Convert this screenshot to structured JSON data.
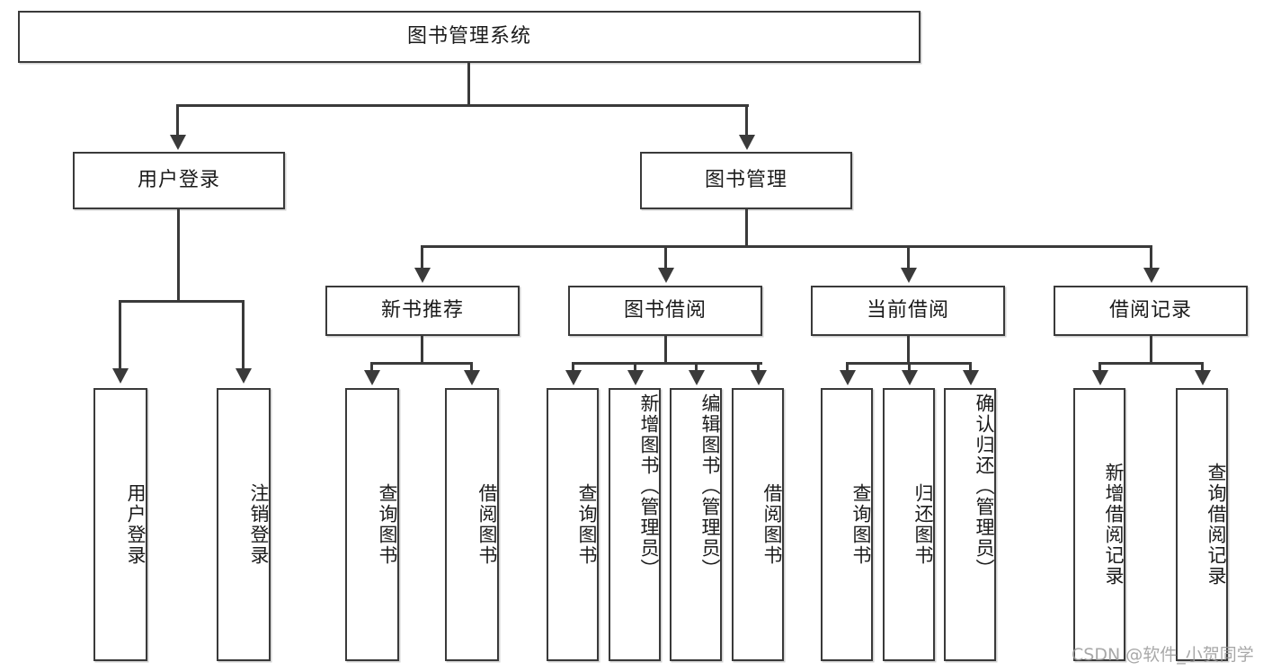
{
  "diagram": {
    "title_node": {
      "label": "图书管理系统"
    },
    "level2": [
      {
        "id": "user-login",
        "label": "用户登录"
      },
      {
        "id": "book-manage",
        "label": "图书管理"
      }
    ],
    "level3": [
      {
        "id": "new-book-recommend",
        "label": "新书推荐"
      },
      {
        "id": "book-borrow",
        "label": "图书借阅"
      },
      {
        "id": "current-borrow",
        "label": "当前借阅"
      },
      {
        "id": "borrow-record",
        "label": "借阅记录"
      }
    ],
    "leaves": {
      "user_login": [
        {
          "id": "leaf-user-login",
          "label": "用户登录"
        },
        {
          "id": "leaf-logout-login",
          "label": "注销登录"
        }
      ],
      "new_book_recommend": [
        {
          "id": "leaf-query-book-1",
          "label": "查询图书"
        },
        {
          "id": "leaf-borrow-book-1",
          "label": "借阅图书"
        }
      ],
      "book_borrow": [
        {
          "id": "leaf-query-book-2",
          "label": "查询图书"
        },
        {
          "id": "leaf-add-book",
          "label": "新增图书（管理员）"
        },
        {
          "id": "leaf-edit-book",
          "label": "编辑图书（管理员）"
        },
        {
          "id": "leaf-borrow-book-2",
          "label": "借阅图书"
        }
      ],
      "current_borrow": [
        {
          "id": "leaf-query-book-3",
          "label": "查询图书"
        },
        {
          "id": "leaf-return-book",
          "label": "归还图书"
        },
        {
          "id": "leaf-confirm-return",
          "label": "确认归还（管理员）"
        }
      ],
      "borrow_record": [
        {
          "id": "leaf-add-record",
          "label": "新增借阅记录"
        },
        {
          "id": "leaf-query-record",
          "label": "查询借阅记录"
        }
      ]
    }
  },
  "watermark": {
    "text": "CSDN @软件_小贺同学"
  },
  "colors": {
    "stroke": "#3a3a3a",
    "text": "#1b1b1b",
    "background": "#ffffff",
    "watermark": "#9a9a9a"
  }
}
